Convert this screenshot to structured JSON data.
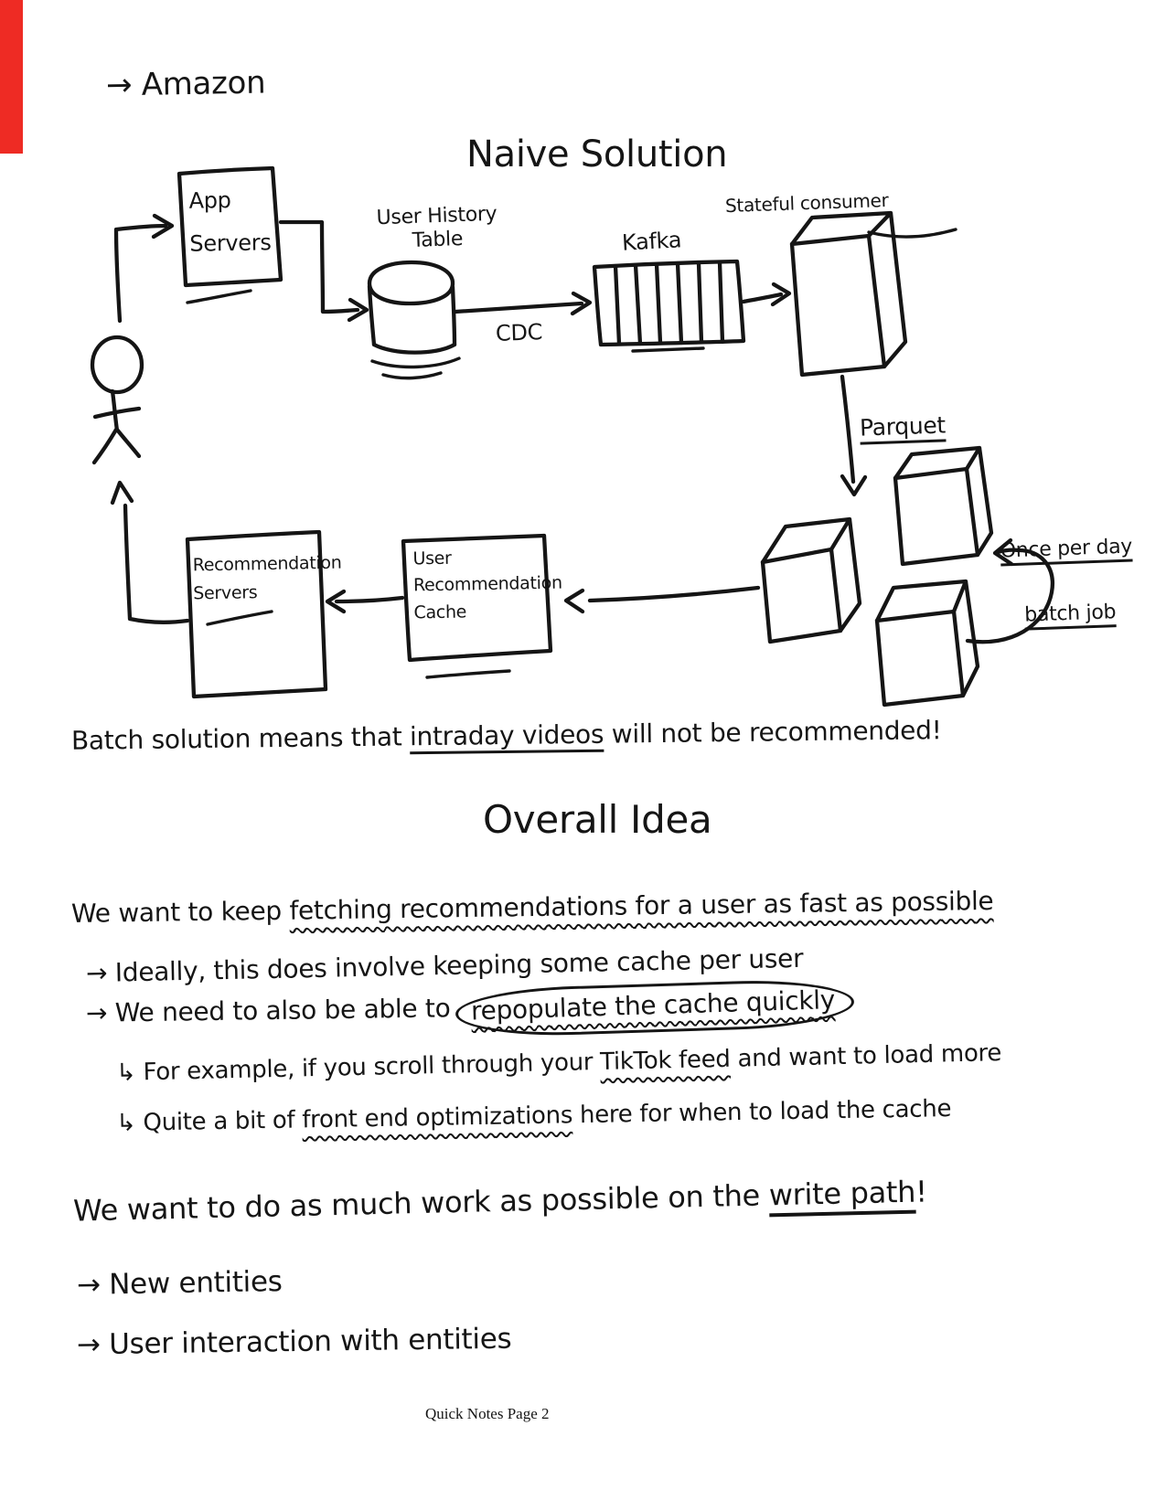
{
  "page": {
    "footer": "Quick Notes Page 2",
    "ink_color": "#151515",
    "paper_color": "#ffffff",
    "accent_red": "#ee2b24"
  },
  "annotations": {
    "amazon": "→ Amazon",
    "caption_pre": "Batch solution means that ",
    "caption_u": "intraday videos",
    "caption_post": " will not be recommended!"
  },
  "diagram": {
    "title": "Naive Solution",
    "app_servers": "App\nServers",
    "user_history_table": "User History\nTable",
    "cdc": "CDC",
    "kafka": "Kafka",
    "stateful_consumer": "Stateful consumer",
    "parquet": "Parquet",
    "once_per_day": "Once per day",
    "batch_job": "batch job",
    "recommendation_servers": "Recommendation\nServers",
    "user_recommendation_cache": "User\nRecommendation\nCache"
  },
  "overall_idea": {
    "title": "Overall Idea",
    "line1_pre": "We want to keep ",
    "line1_u": "fetching recommendations for a user as fast as possible",
    "line2": "→ Ideally, this does involve keeping some cache per user",
    "line3_pre": "→ We need to also be able to",
    "line3_circled": "repopulate the cache quickly",
    "line4_pre": "↳ For example, if you scroll through your ",
    "line4_u": "TikTok feed",
    "line4_post": " and want to load more",
    "line5_pre": "↳ Quite a bit of ",
    "line5_u": "front end optimizations",
    "line5_post": " here for when to load the cache",
    "line6_pre": "We want to do as much work as possible on the ",
    "line6_u": "write path",
    "line6_post": "!",
    "line7": "→ New entities",
    "line8": "→ User interaction with entities"
  }
}
